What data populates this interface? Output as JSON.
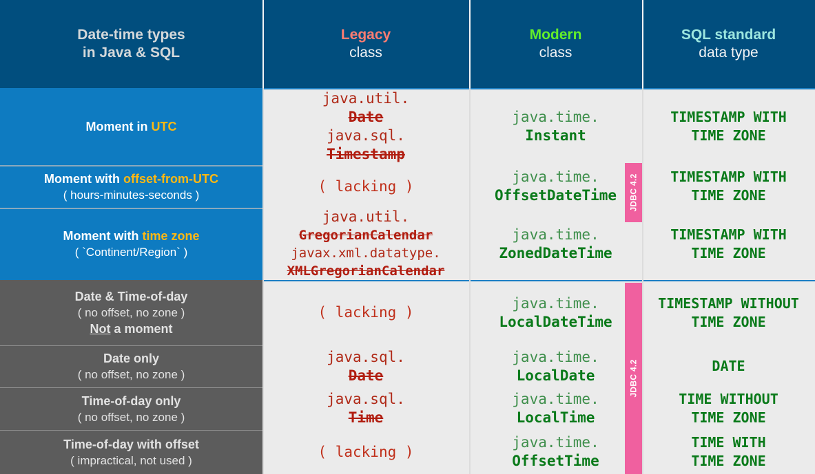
{
  "header": {
    "col1_line1": "Date-time types",
    "col1_line2": "in Java & SQL",
    "col2_main": "Legacy",
    "col2_sub": "class",
    "col3_main": "Modern",
    "col3_sub": "class",
    "col4_main": "SQL standard",
    "col4_sub": "data type"
  },
  "colors": {
    "header_bg": "#014e7e",
    "row_blue_bg": "#0e7bc1",
    "row_gray_bg": "#5c5c5c",
    "cell_bg": "#ebebeb",
    "legacy_accent": "#ff7d72",
    "modern_accent": "#63ee2a",
    "sql_accent": "#9ce6df",
    "highlight_amber": "#fdb813",
    "legacy_text": "#b11d10",
    "modern_text": "#0a7a1a",
    "jdbc_badge": "#f0609f"
  },
  "badges": {
    "jdbc_upper": "JDBC 4.2",
    "jdbc_lower": "JDBC 4.2"
  },
  "rows": [
    {
      "label_main_pre": "Moment in ",
      "label_main_hl": "UTC",
      "label_main_post": "",
      "label_sub": "",
      "label_extra": "",
      "legacy": [
        {
          "pkg": "java.util.",
          "cls": "Date"
        },
        {
          "pkg": "java.sql.",
          "cls": "Timestamp"
        }
      ],
      "legacy_lacking": "",
      "modern_pkg": "java.time.",
      "modern_cls": "Instant",
      "sql_line1": "TIMESTAMP WITH",
      "sql_line2": "TIME ZONE"
    },
    {
      "label_main_pre": "Moment with ",
      "label_main_hl": "offset-from-UTC",
      "label_main_post": "",
      "label_sub": "( hours-minutes-seconds )",
      "label_extra": "",
      "legacy": [],
      "legacy_lacking": "( lacking )",
      "modern_pkg": "java.time.",
      "modern_cls": "OffsetDateTime",
      "sql_line1": "TIMESTAMP WITH",
      "sql_line2": "TIME ZONE"
    },
    {
      "label_main_pre": "Moment with ",
      "label_main_hl": "time zone",
      "label_main_post": "",
      "label_sub": "( `Continent/Region` )",
      "label_extra": "",
      "legacy": [
        {
          "pkg": "java.util.",
          "cls": "GregorianCalendar"
        },
        {
          "pkg": "javax.xml.datatype.",
          "cls": "XMLGregorianCalendar"
        }
      ],
      "legacy_lacking": "",
      "modern_pkg": "java.time.",
      "modern_cls": "ZonedDateTime",
      "sql_line1": "TIMESTAMP WITH",
      "sql_line2": "TIME ZONE"
    },
    {
      "label_main_pre": "Date & Time-of-day",
      "label_main_hl": "",
      "label_main_post": "",
      "label_sub": "( no offset, no zone )",
      "label_extra_pre": "Not",
      "label_extra_post": " a moment",
      "legacy": [],
      "legacy_lacking": "( lacking )",
      "modern_pkg": "java.time.",
      "modern_cls": "LocalDateTime",
      "sql_line1": "TIMESTAMP WITHOUT",
      "sql_line2": "TIME ZONE"
    },
    {
      "label_main_pre": "Date only",
      "label_main_hl": "",
      "label_main_post": "",
      "label_sub": "( no offset, no zone )",
      "label_extra": "",
      "legacy": [
        {
          "pkg": "java.sql.",
          "cls": "Date"
        }
      ],
      "legacy_lacking": "",
      "modern_pkg": "java.time.",
      "modern_cls": "LocalDate",
      "sql_line1": "DATE",
      "sql_line2": ""
    },
    {
      "label_main_pre": "Time-of-day only",
      "label_main_hl": "",
      "label_main_post": "",
      "label_sub": "( no offset, no zone )",
      "label_extra": "",
      "legacy": [
        {
          "pkg": "java.sql.",
          "cls": "Time"
        }
      ],
      "legacy_lacking": "",
      "modern_pkg": "java.time.",
      "modern_cls": "LocalTime",
      "sql_line1": "TIME WITHOUT",
      "sql_line2": "TIME ZONE"
    },
    {
      "label_main_pre": "Time-of-day with offset",
      "label_main_hl": "",
      "label_main_post": "",
      "label_sub": "( impractical, not used )",
      "label_extra": "",
      "legacy": [],
      "legacy_lacking": "( lacking )",
      "modern_pkg": "java.time.",
      "modern_cls": "OffsetTime",
      "sql_line1": "TIME WITH",
      "sql_line2": "TIME ZONE"
    }
  ]
}
